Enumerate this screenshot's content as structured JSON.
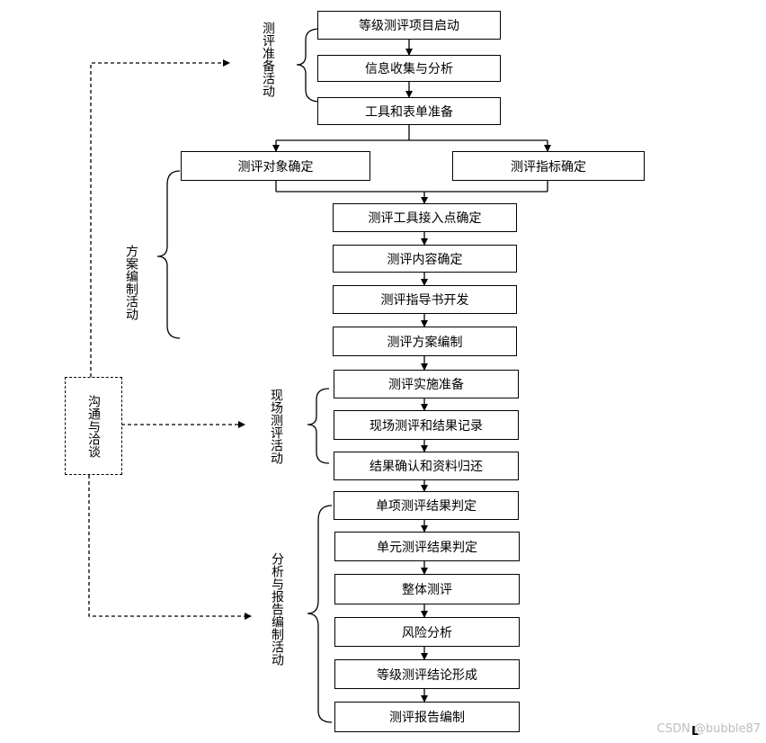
{
  "steps": {
    "s1": "等级测评项目启动",
    "s2": "信息收集与分析",
    "s3": "工具和表单准备",
    "s4a": "测评对象确定",
    "s4b": "测评指标确定",
    "s5": "测评工具接入点确定",
    "s6": "测评内容确定",
    "s7": "测评指导书开发",
    "s8": "测评方案编制",
    "s9": "测评实施准备",
    "s10": "现场测评和结果记录",
    "s11": "结果确认和资料归还",
    "s12": "单项测评结果判定",
    "s13": "单元测评结果判定",
    "s14": "整体测评",
    "s15": "风险分析",
    "s16": "等级测评结论形成",
    "s17": "测评报告编制"
  },
  "phases": {
    "prep": "测评准备活动",
    "plan": "方案编制活动",
    "onsite": "现场测评活动",
    "report": "分析与报告编制活动"
  },
  "communication": "沟通与洽谈",
  "watermark": "CSDN @bubble87",
  "corner_mark": "L"
}
